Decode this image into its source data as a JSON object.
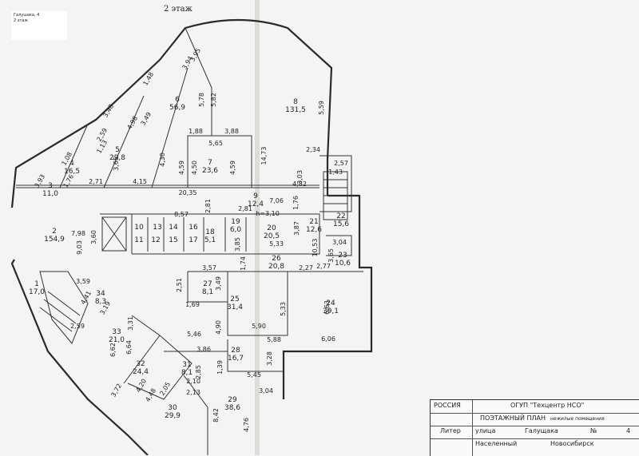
{
  "floor_title": "2 этаж",
  "corner_note": [
    "Галушака, 4",
    "2 этаж"
  ],
  "rooms": [
    {
      "n": "1",
      "a": "17,0"
    },
    {
      "n": "2",
      "a": "154,9"
    },
    {
      "n": "3",
      "a": "11,0"
    },
    {
      "n": "4",
      "a": "16,5"
    },
    {
      "n": "5",
      "a": "29,8"
    },
    {
      "n": "6",
      "a": "56,9"
    },
    {
      "n": "7",
      "a": "23,6"
    },
    {
      "n": "8",
      "a": "131,5"
    },
    {
      "n": "9",
      "a": "12,4"
    },
    {
      "n": "10",
      "a": ""
    },
    {
      "n": "11",
      "a": ""
    },
    {
      "n": "12",
      "a": ""
    },
    {
      "n": "13",
      "a": ""
    },
    {
      "n": "14",
      "a": ""
    },
    {
      "n": "15",
      "a": ""
    },
    {
      "n": "16",
      "a": ""
    },
    {
      "n": "17",
      "a": ""
    },
    {
      "n": "18",
      "a": "5,1"
    },
    {
      "n": "19",
      "a": "6,0"
    },
    {
      "n": "20",
      "a": "20,5"
    },
    {
      "n": "21",
      "a": "12,6"
    },
    {
      "n": "22",
      "a": "15,6"
    },
    {
      "n": "23",
      "a": "10,6"
    },
    {
      "n": "24",
      "a": "39,1"
    },
    {
      "n": "25",
      "a": "31,4"
    },
    {
      "n": "26",
      "a": "20,8"
    },
    {
      "n": "27",
      "a": "8,1"
    },
    {
      "n": "28",
      "a": "16,7"
    },
    {
      "n": "29",
      "a": "38,6"
    },
    {
      "n": "30",
      "a": "29,9"
    },
    {
      "n": "31",
      "a": "8,1"
    },
    {
      "n": "32",
      "a": "24,4"
    },
    {
      "n": "33",
      "a": "21,0"
    },
    {
      "n": "34",
      "a": "8,3"
    }
  ],
  "dimensions": [
    "3,95",
    "3,94",
    "5,78",
    "5,82",
    "1,48",
    "3,48",
    "3,49",
    "4,98",
    "2,59",
    "1,13",
    "1,08",
    "3,65",
    "4,30",
    "1,88",
    "3,88",
    "5,65",
    "4,59",
    "4,50",
    "4,59",
    "14,73",
    "5,59",
    "2,34",
    "2,57",
    "1,43",
    "3,03",
    "4,82",
    "3,93",
    "1,76",
    "2,71",
    "4,15",
    "20,35",
    "2,81",
    "8,57",
    "2,81",
    "7,06",
    "1,76",
    "3,60",
    "7,98",
    "9,03",
    "h=3,10",
    "3,87",
    "3,85",
    "5,33",
    "10,53",
    "3,04",
    "3,65",
    "1,74",
    "3,57",
    "2,27",
    "2,77",
    "2,51",
    "3,49",
    "1,69",
    "3,59",
    "4,41",
    "3,19",
    "3,31",
    "6,62",
    "6,64",
    "5,46",
    "4,90",
    "5,90",
    "5,33",
    "6,63",
    "6,06",
    "5,88",
    "3,86",
    "1,39",
    "3,28",
    "5,45",
    "2,85",
    "2,10",
    "2,13",
    "2,05",
    "3,72",
    "4,20",
    "4,48",
    "8,42",
    "4,76",
    "3,04",
    "2,59"
  ],
  "stamp": {
    "country": "РОССИЯ",
    "org": "ОГУП \"Техцентр НСО\"",
    "plan_title": "ПОЭТАЖНЫЙ ПЛАН",
    "plan_note": "нежилые помещения",
    "liter_label": "Литер",
    "street_label": "улица",
    "street": "Галущака",
    "no_label": "№",
    "no": "4",
    "settlement_label": "Населенный",
    "city": "Новосибирск"
  }
}
